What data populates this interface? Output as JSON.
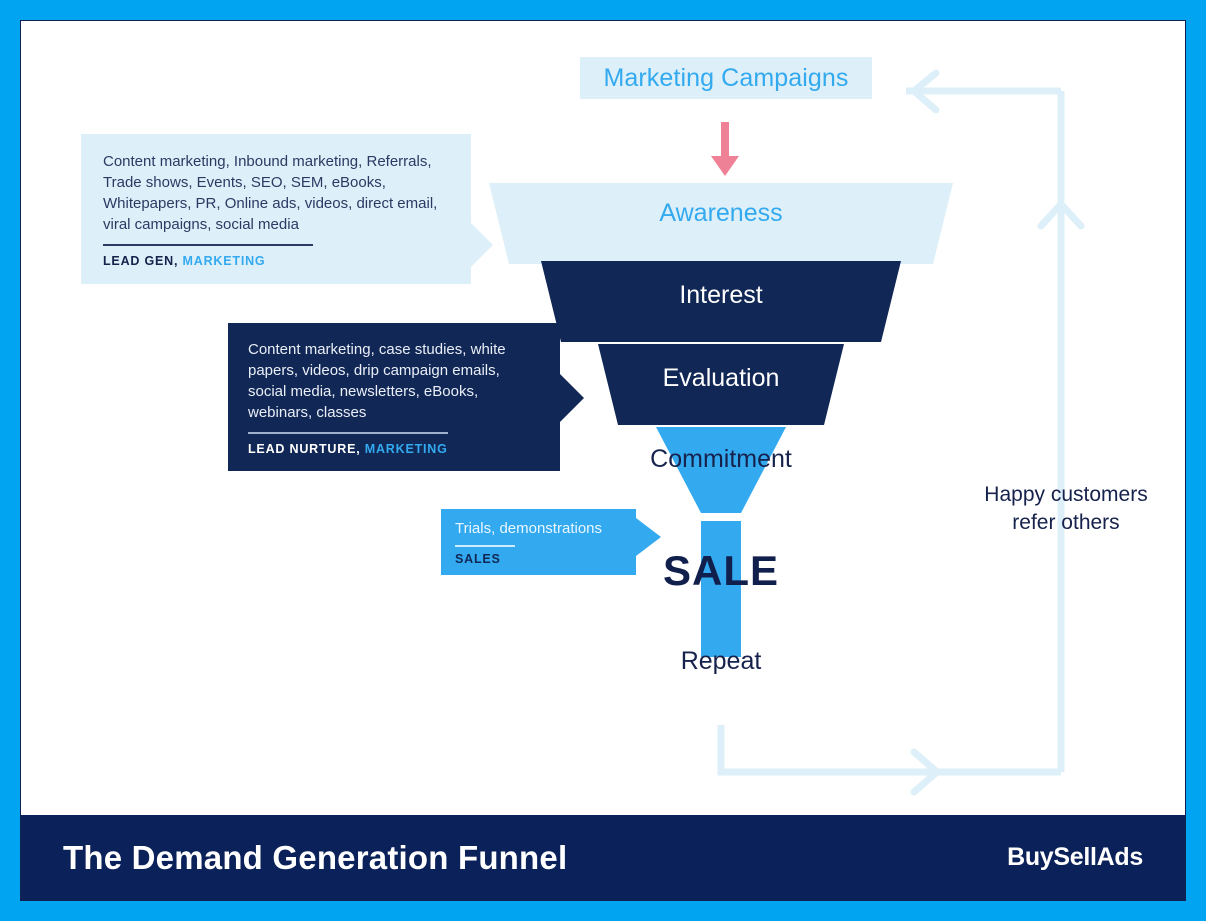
{
  "colors": {
    "frame_blue": "#00A4F0",
    "pale_blue": "#DDEFF8",
    "bright_blue": "#33AAF0",
    "navy": "#112755",
    "footer_navy": "#0b2159",
    "pink_arrow": "#EE8196",
    "loop_arrow": "#DDEFF8",
    "dark_text": "#16224c"
  },
  "header": {
    "campaign_chip": "Marketing Campaigns",
    "down_arrow_icon": "arrow-down-icon"
  },
  "funnel": {
    "stages": [
      {
        "label": "Awareness",
        "fill": "#DDEFF8",
        "text_color": "#33AAF0"
      },
      {
        "label": "Interest",
        "fill": "#112755",
        "text_color": "#ffffff"
      },
      {
        "label": "Evaluation",
        "fill": "#112755",
        "text_color": "#ffffff"
      },
      {
        "label": "Commitment",
        "fill": "#33AAF0",
        "text_color": "#16224c"
      }
    ],
    "sale_label": "SALE",
    "repeat_label": "Repeat"
  },
  "callouts": [
    {
      "id": "awareness",
      "body": "Content marketing, Inbound marketing, Referrals, Trade shows, Events, SEO, SEM, eBooks, Whitepapers, PR, Online ads, videos, direct email, viral campaigns, social media",
      "tag_primary": "LEAD GEN,",
      "tag_secondary": "MARKETING"
    },
    {
      "id": "nurture",
      "body": "Content marketing, case studies, white papers, videos, drip campaign emails, social media, newsletters, eBooks, webinars, classes",
      "tag_primary": "LEAD NURTURE,",
      "tag_secondary": "MARKETING"
    },
    {
      "id": "sales",
      "body": "Trials, demonstrations",
      "tag_primary": "SALES",
      "tag_secondary": ""
    }
  ],
  "loop": {
    "caption_line1": "Happy customers",
    "caption_line2": "refer others",
    "arrow_up_icon": "arrow-up-icon",
    "arrow_left_icon": "arrow-left-icon",
    "arrow_right_icon": "arrow-right-icon"
  },
  "footer": {
    "title": "The Demand Generation Funnel",
    "logo": "BuySellAds"
  }
}
